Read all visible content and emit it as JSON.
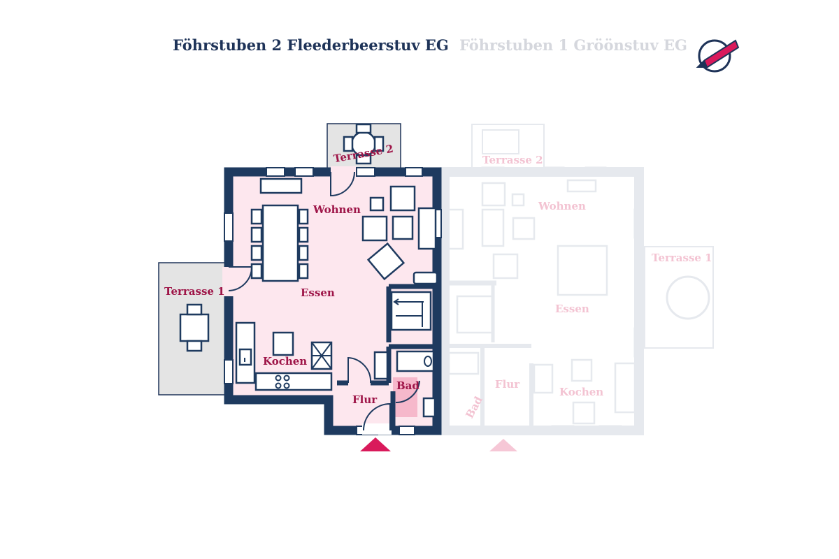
{
  "header": {
    "tabs": [
      {
        "label": "Föhrstuben 2 Fleederbeerstuv EG",
        "active": true
      },
      {
        "label": "Föhrstuben 1 Gröönstuv EG",
        "active": false
      }
    ],
    "logo_icon": "pencil-circle-logo-icon"
  },
  "plan_active": {
    "rooms": {
      "terrasse2": "Terrasse 2",
      "wohnen": "Wohnen",
      "terrasse1": "Terrasse 1",
      "essen": "Essen",
      "kochen": "Kochen",
      "bad": "Bad",
      "flur": "Flur"
    },
    "entrance_icon": "entrance-triangle-icon"
  },
  "plan_inactive": {
    "rooms": {
      "terrasse2": "Terrasse 2",
      "wohnen": "Wohnen",
      "terrasse1": "Terrasse 1",
      "essen": "Essen",
      "bad": "Bad",
      "flur": "Flur",
      "kochen": "Kochen"
    },
    "entrance_icon": "entrance-triangle-icon"
  },
  "colors": {
    "wall": "#1e3a5f",
    "floor_fill": "#fde7ee",
    "bath_fill": "#f6b8cb",
    "terrace_fill": "#e4e4e4",
    "label": "#9e1548",
    "accent": "#d91a5b",
    "ghost_wall": "#e6e9ee",
    "ghost_label": "#f3c3d2"
  }
}
